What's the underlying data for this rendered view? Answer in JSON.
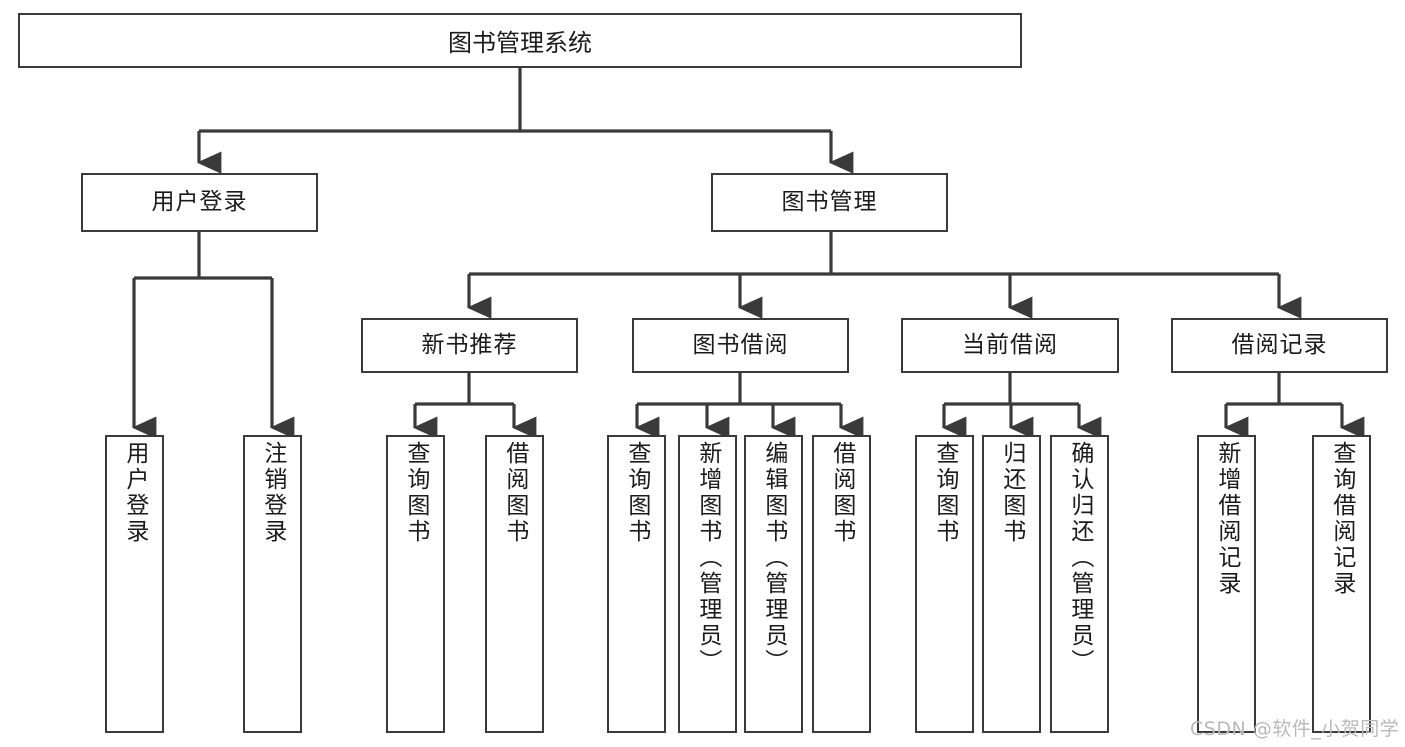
{
  "diagram": {
    "title": "图书管理系统",
    "type": "function-structure-tree",
    "levels": 4,
    "root": {
      "label": "图书管理系统"
    },
    "level2": [
      {
        "label": "用户登录"
      },
      {
        "label": "图书管理"
      }
    ],
    "level3": [
      {
        "label": "新书推荐"
      },
      {
        "label": "图书借阅"
      },
      {
        "label": "当前借阅"
      },
      {
        "label": "借阅记录"
      }
    ],
    "leaves": {
      "user_login": [
        {
          "label": "用户登录"
        },
        {
          "label": "注销登录"
        }
      ],
      "new_book_recommend": [
        {
          "label": "查询图书"
        },
        {
          "label": "借阅图书"
        }
      ],
      "book_borrow": [
        {
          "label": "查询图书"
        },
        {
          "label": "新增图书（管理员）"
        },
        {
          "label": "编辑图书（管理员）"
        },
        {
          "label": "借阅图书"
        }
      ],
      "current_borrow": [
        {
          "label": "查询图书"
        },
        {
          "label": "归还图书"
        },
        {
          "label": "确认归还（管理员）"
        }
      ],
      "borrow_record": [
        {
          "label": "新增借阅记录"
        },
        {
          "label": "查询借阅记录"
        }
      ]
    }
  },
  "watermark": {
    "text": "CSDN @软件_小贺同学"
  },
  "colors": {
    "border": "#3a3a3a",
    "text": "#1b1b1b",
    "background": "#ffffff",
    "connector": "#3a3a3a",
    "watermark": "#b9b9b9"
  }
}
